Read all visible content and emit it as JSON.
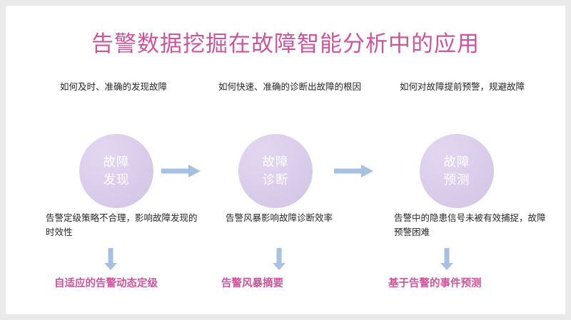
{
  "slide": {
    "title": "告警数据挖掘在故障智能分析中的应用",
    "title_color": "#c9569c",
    "background_color": "#ffffff",
    "frame_color": "#eaeaea"
  },
  "theme": {
    "accent_pink": "#c9569c",
    "circle_fill": "#d9cdea",
    "circle_text": "#ffffff",
    "arrow_blue": "#a8c0e2",
    "body_text": "#262626"
  },
  "columns": [
    {
      "question": "如何及时、准确的发现故障",
      "circle_line1": "故障",
      "circle_line2": "发现",
      "problem": "告警定级策略不合理，影响故障发现的时效性",
      "solution": "自适应的告警动态定级"
    },
    {
      "question": "如何快速、准确的诊断出故障的根因",
      "circle_line1": "故障",
      "circle_line2": "诊断",
      "problem": "告警风暴影响故障诊断效率",
      "solution": "告警风暴摘要"
    },
    {
      "question": "如何对故障提前预警，规避故障",
      "circle_line1": "故障",
      "circle_line2": "预测",
      "problem": "告警中的隐患信号未被有效捕捉，故障预警困难",
      "solution": "基于告警的事件预测"
    }
  ],
  "connectors": {
    "horizontal_arrow_icon": "arrow-right-icon",
    "vertical_arrow_icon": "arrow-down-icon"
  }
}
